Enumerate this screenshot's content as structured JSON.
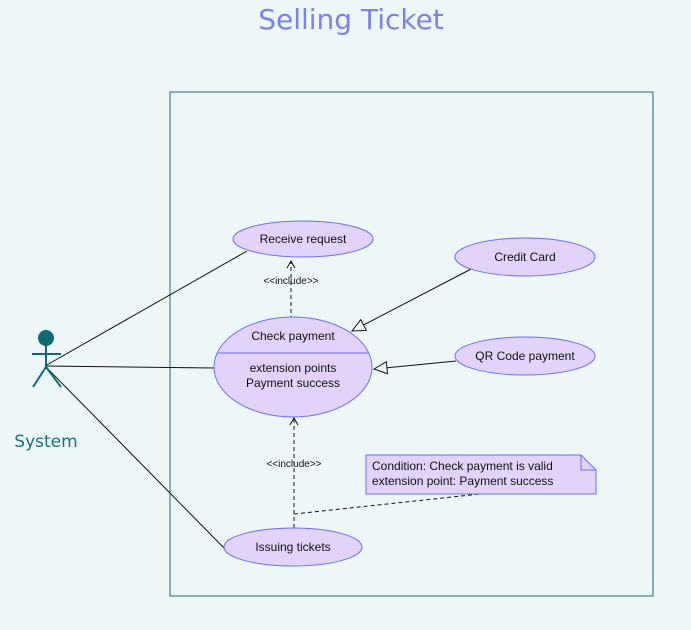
{
  "title": "Selling Ticket",
  "actor": {
    "label": "System"
  },
  "use_cases": {
    "receive_request": "Receive request",
    "check_payment": {
      "title": "Check payment",
      "extension_points_label": "extension points",
      "extension_point": "Payment success"
    },
    "credit_card": "Credit Card",
    "qr_code_payment": "QR Code payment",
    "issuing_tickets": "Issuing tickets"
  },
  "relations": {
    "include_top": "<<include>>",
    "include_bottom": "<<include>>"
  },
  "note": {
    "line1": "Condition: Check payment is valid",
    "line2": "extension point: Payment success"
  },
  "colors": {
    "background": "#eef7f8",
    "title": "#7b83eb",
    "use_case_fill": "#e3d3fb",
    "use_case_stroke": "#6a6ff0",
    "boundary": "#1d6a75",
    "actor": "#0f6b73"
  }
}
